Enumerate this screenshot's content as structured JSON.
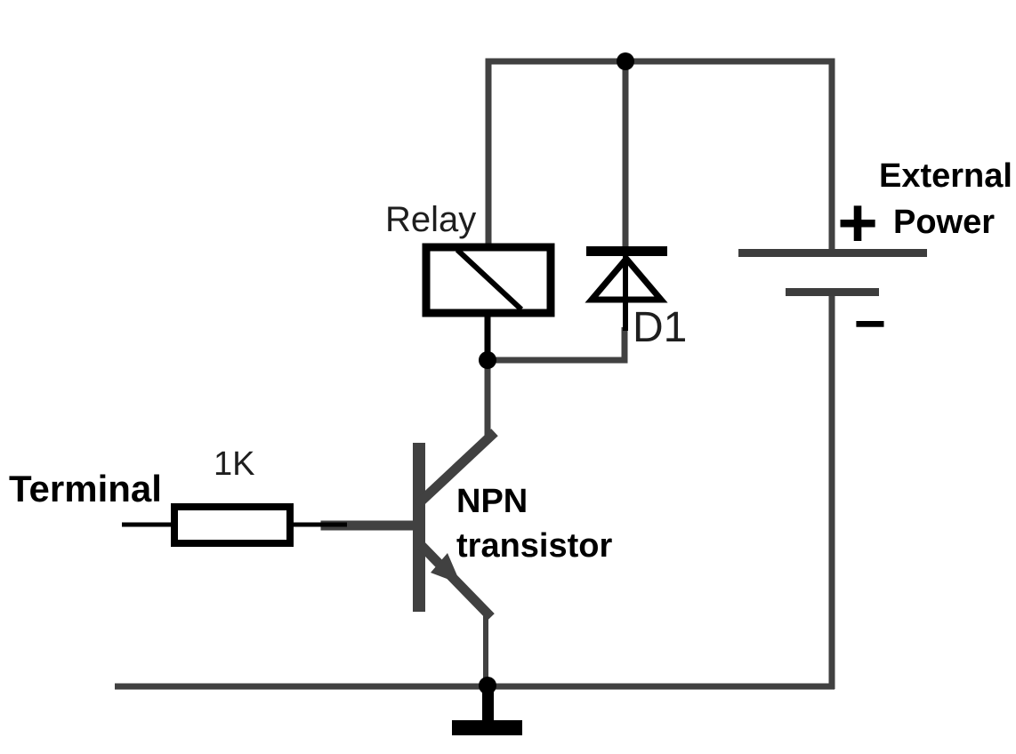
{
  "diagram": {
    "type": "circuit-schematic",
    "title": "Relay driver circuit with NPN transistor and flyback diode"
  },
  "labels": {
    "relay": "Relay",
    "diode": "D1",
    "resistor_value": "1K",
    "terminal": "Terminal",
    "transistor_type": "NPN",
    "transistor_word": "transistor",
    "power_line1": "External",
    "power_line2": "Power",
    "plus": "+",
    "minus": "−"
  },
  "components": [
    {
      "id": "relay",
      "label": "Relay",
      "type": "relay-coil"
    },
    {
      "id": "d1",
      "label": "D1",
      "type": "flyback-diode"
    },
    {
      "id": "r1",
      "label": "1K",
      "type": "resistor"
    },
    {
      "id": "q1",
      "label": "NPN transistor",
      "type": "npn-transistor"
    },
    {
      "id": "battery",
      "label": "External Power",
      "type": "dc-power-source"
    },
    {
      "id": "gnd",
      "label": "",
      "type": "ground"
    },
    {
      "id": "input",
      "label": "Terminal",
      "type": "input-terminal"
    }
  ],
  "colors": {
    "wire": "#414141",
    "component": "#000000",
    "plate": "#3d3d3d",
    "background": "#ffffff",
    "label": "#1e1e1e"
  }
}
